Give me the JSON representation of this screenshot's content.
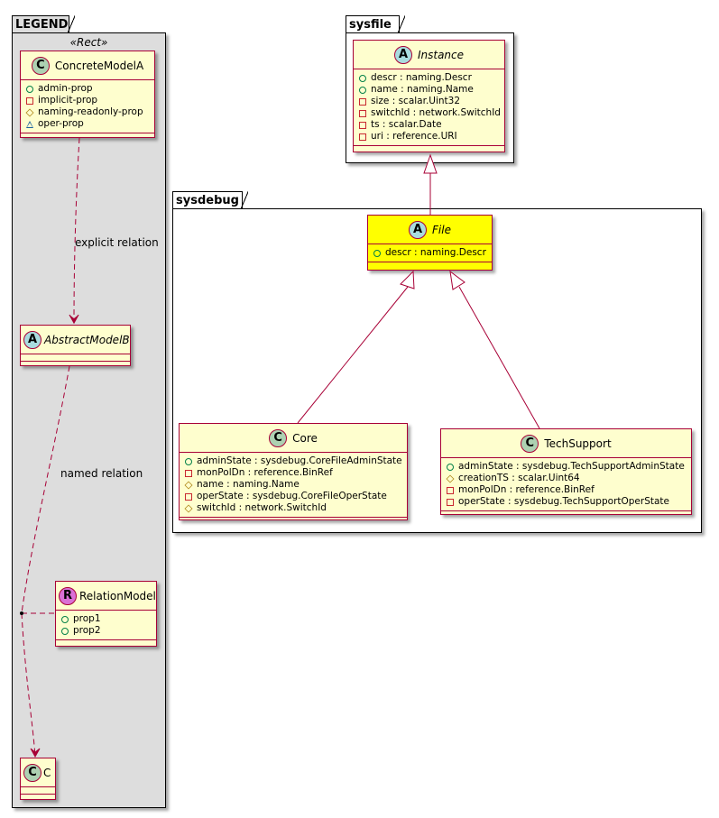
{
  "colors": {
    "class_fill": "#FEFECE",
    "class_border": "#A80036",
    "highlight_fill": "#FFFF00",
    "legend_fill": "#DDDDDD",
    "badge_class": "#ADD1B2",
    "badge_abstract": "#A9DCDF",
    "badge_relation": "#DA70D6"
  },
  "legend": {
    "title": "LEGEND",
    "stereotype": "«Rect»",
    "concrete": {
      "badge": "C",
      "name": "ConcreteModelA",
      "attrs": [
        {
          "vis": "public",
          "text": "admin-prop"
        },
        {
          "vis": "private",
          "text": "implicit-prop"
        },
        {
          "vis": "protected",
          "text": "naming-readonly-prop"
        },
        {
          "vis": "package",
          "text": "oper-prop"
        }
      ]
    },
    "abstract": {
      "badge": "A",
      "name": "AbstractModelB"
    },
    "relation_model": {
      "badge": "R",
      "name": "RelationModel",
      "attrs": [
        {
          "vis": "public",
          "text": "prop1"
        },
        {
          "vis": "public",
          "text": "prop2"
        }
      ]
    },
    "target": {
      "badge": "C",
      "name": "C"
    },
    "explicit_relation_label": "explicit relation",
    "named_relation_label": "named relation"
  },
  "sysfile": {
    "title": "sysfile",
    "instance": {
      "badge": "A",
      "name": "Instance",
      "attrs": [
        {
          "vis": "public",
          "text": "descr : naming.Descr"
        },
        {
          "vis": "public",
          "text": "name : naming.Name"
        },
        {
          "vis": "private",
          "text": "size : scalar.Uint32"
        },
        {
          "vis": "private",
          "text": "switchId : network.SwitchId"
        },
        {
          "vis": "private",
          "text": "ts : scalar.Date"
        },
        {
          "vis": "private",
          "text": "uri : reference.URI"
        }
      ]
    }
  },
  "sysdebug": {
    "title": "sysdebug",
    "file": {
      "badge": "A",
      "name": "File",
      "attrs": [
        {
          "vis": "public",
          "text": "descr : naming.Descr"
        }
      ]
    },
    "core": {
      "badge": "C",
      "name": "Core",
      "attrs": [
        {
          "vis": "public",
          "text": "adminState : sysdebug.CoreFileAdminState"
        },
        {
          "vis": "private",
          "text": "monPolDn : reference.BinRef"
        },
        {
          "vis": "protected",
          "text": "name : naming.Name"
        },
        {
          "vis": "private",
          "text": "operState : sysdebug.CoreFileOperState"
        },
        {
          "vis": "protected",
          "text": "switchId : network.SwitchId"
        }
      ]
    },
    "techsupport": {
      "badge": "C",
      "name": "TechSupport",
      "attrs": [
        {
          "vis": "public",
          "text": "adminState : sysdebug.TechSupportAdminState"
        },
        {
          "vis": "protected",
          "text": "creationTS : scalar.Uint64"
        },
        {
          "vis": "private",
          "text": "monPolDn : reference.BinRef"
        },
        {
          "vis": "private",
          "text": "operState : sysdebug.TechSupportOperState"
        }
      ]
    }
  }
}
